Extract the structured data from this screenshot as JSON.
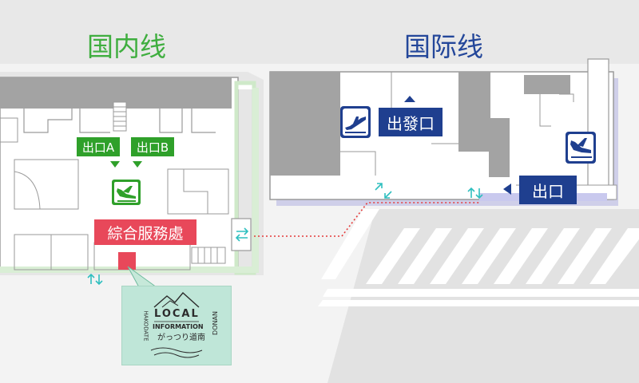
{
  "titles": {
    "domestic": "国内线",
    "international": "国际线"
  },
  "labels": {
    "exit_a": "出口A",
    "exit_b": "出口B",
    "departures": "出發口",
    "intl_exit": "出口",
    "service_counter": "綜合服務處"
  },
  "local_card": {
    "line1": "LOCAL",
    "line2": "INFORMATION",
    "line3": "がっつり道南",
    "left_vertical": "HAKODATE",
    "right_vertical": "DONAN"
  },
  "colors": {
    "domestic_green": "#3fae3f",
    "intl_blue": "#1f3f8f",
    "service_red": "#e8485a",
    "walkway_teal": "#2fbfbf",
    "dotted_route": "#e53b3b",
    "card_bg": "#bfe6d8",
    "building_gray": "#9b9b9b"
  },
  "icons": {
    "domestic_arrival": "airplane-landing-icon",
    "intl_departure": "airplane-takeoff-icon",
    "intl_arrival": "airplane-landing-icon"
  }
}
